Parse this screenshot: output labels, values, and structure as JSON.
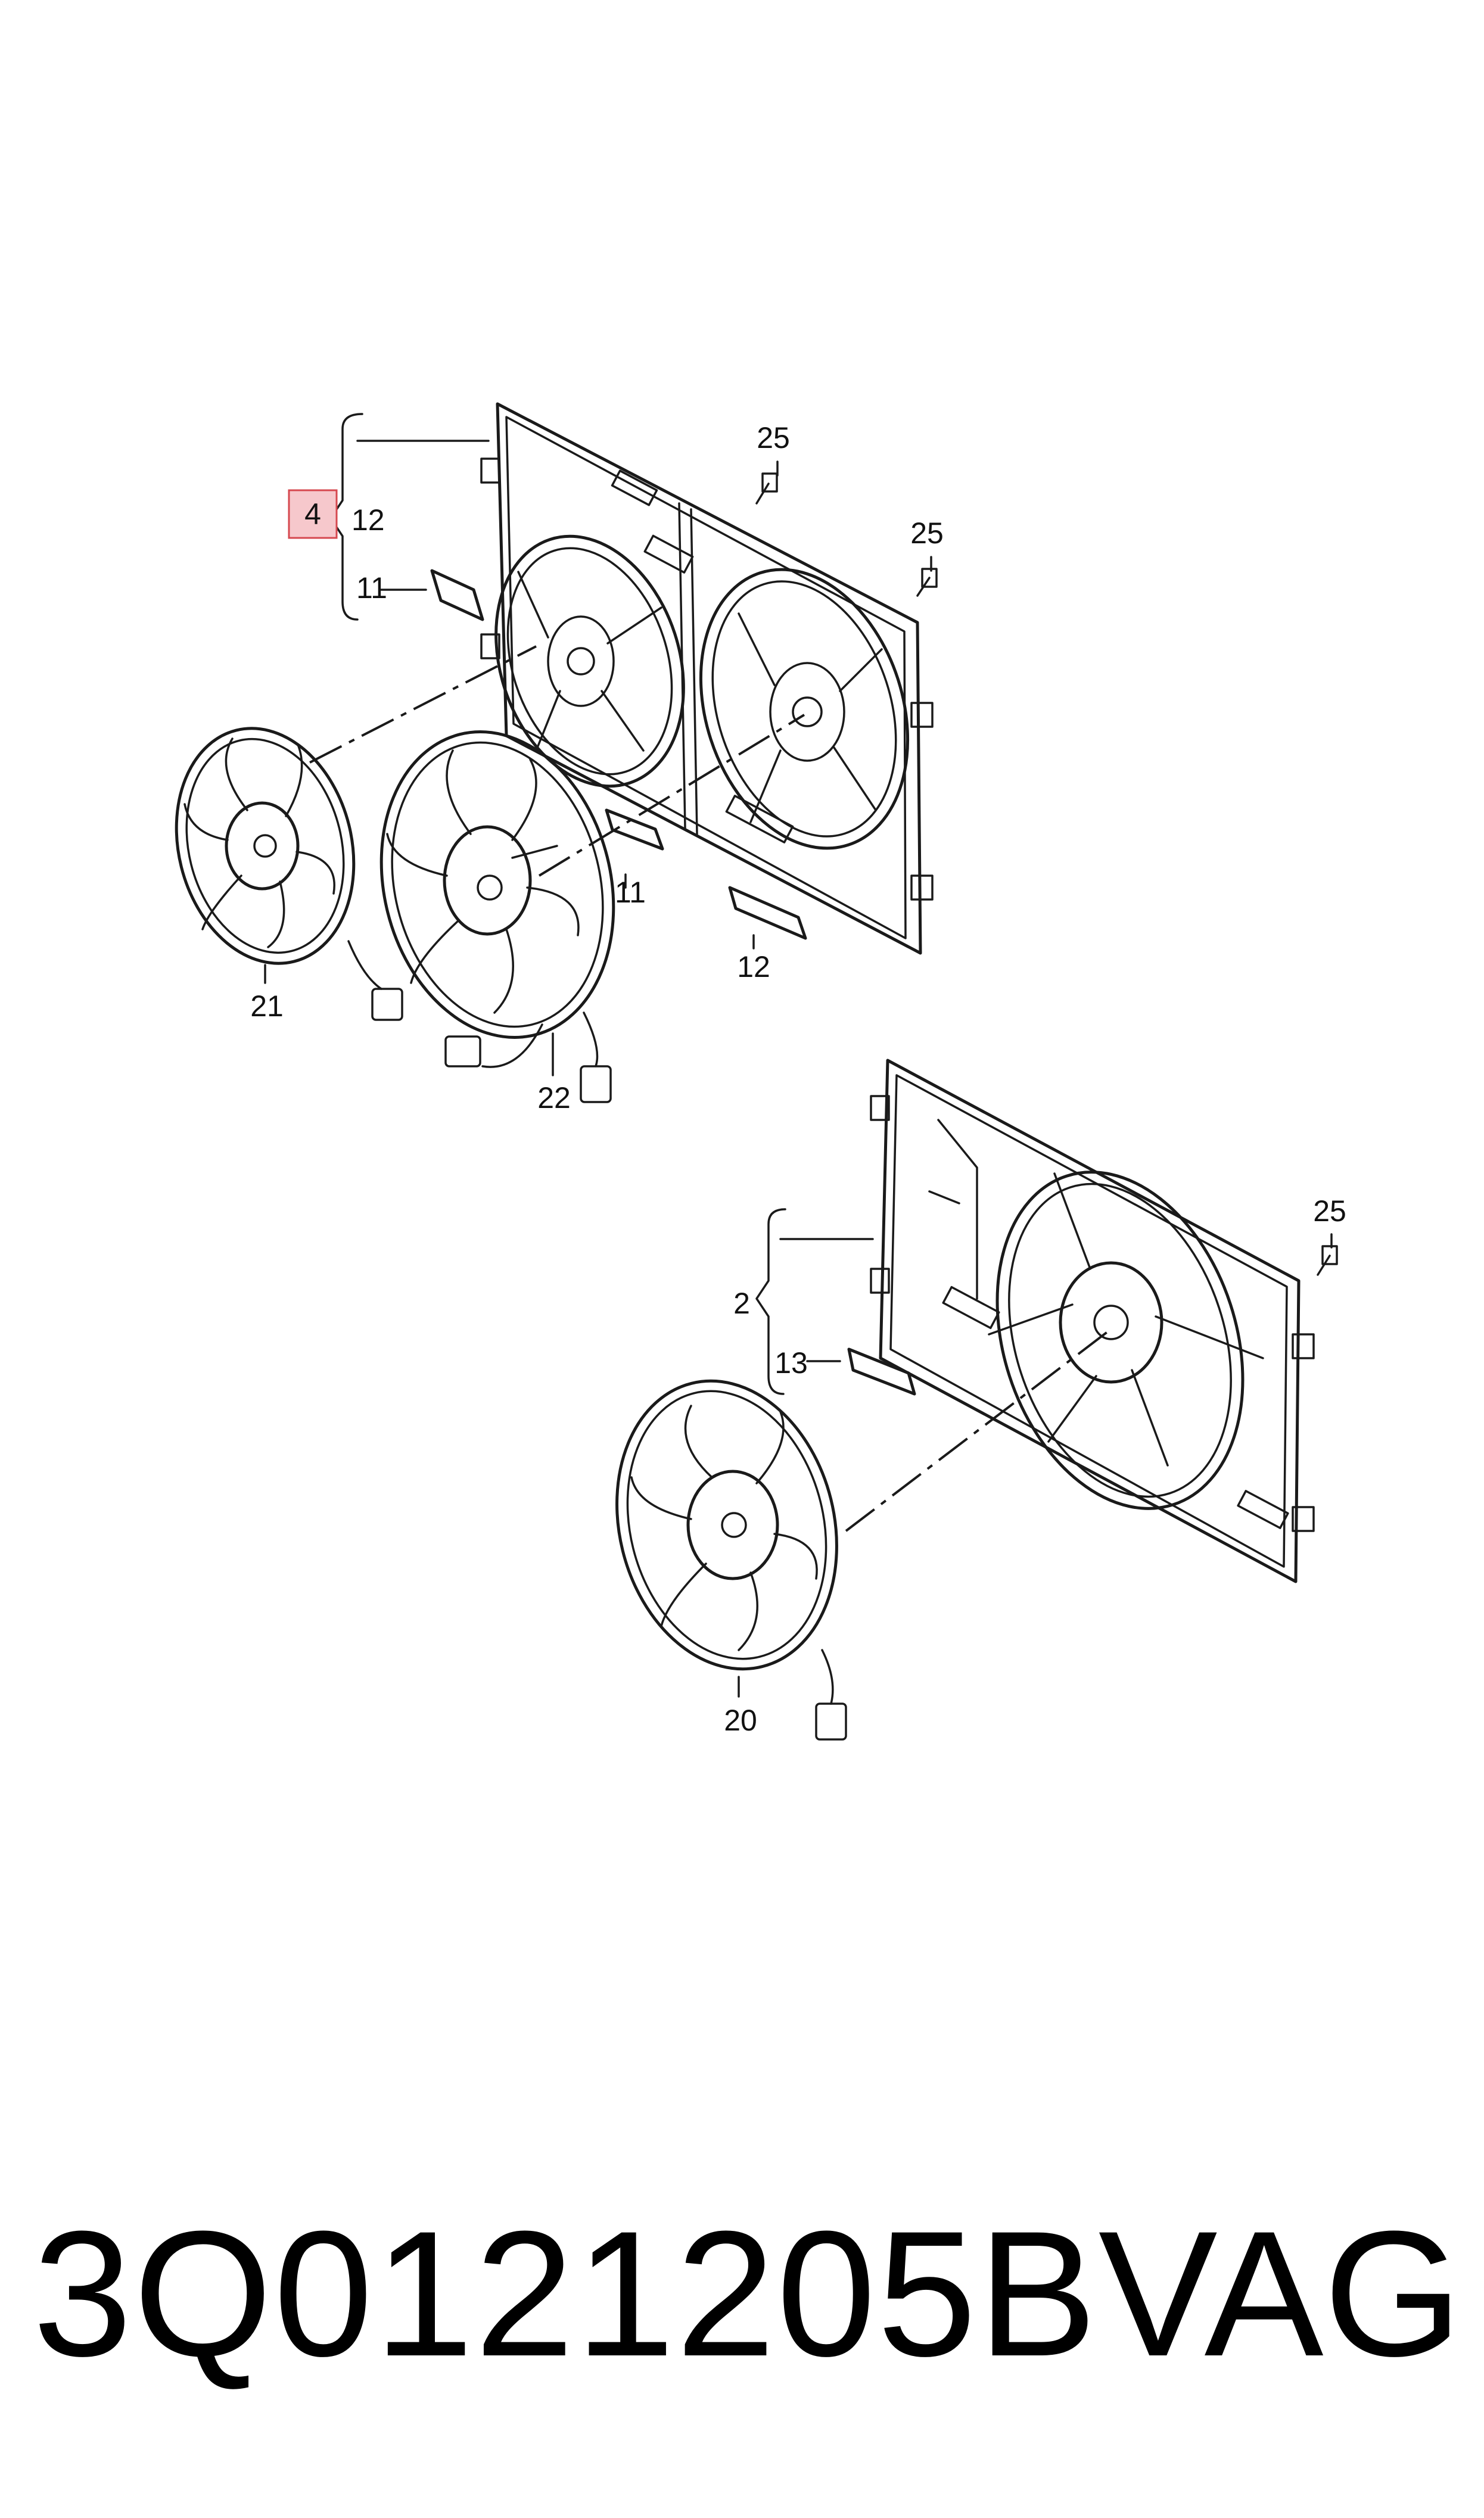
{
  "callouts": {
    "c4": "4",
    "c12a": "12",
    "c11a": "11",
    "c25a": "25",
    "c25b": "25",
    "c11b": "11",
    "c12b": "12",
    "c21": "21",
    "c22": "22",
    "c25c": "25",
    "c2": "2",
    "c13": "13",
    "c20": "20"
  },
  "highlight_color": "#f6c8cc",
  "footer": {
    "part_number": "3Q0121205B",
    "brand": "VAG"
  }
}
